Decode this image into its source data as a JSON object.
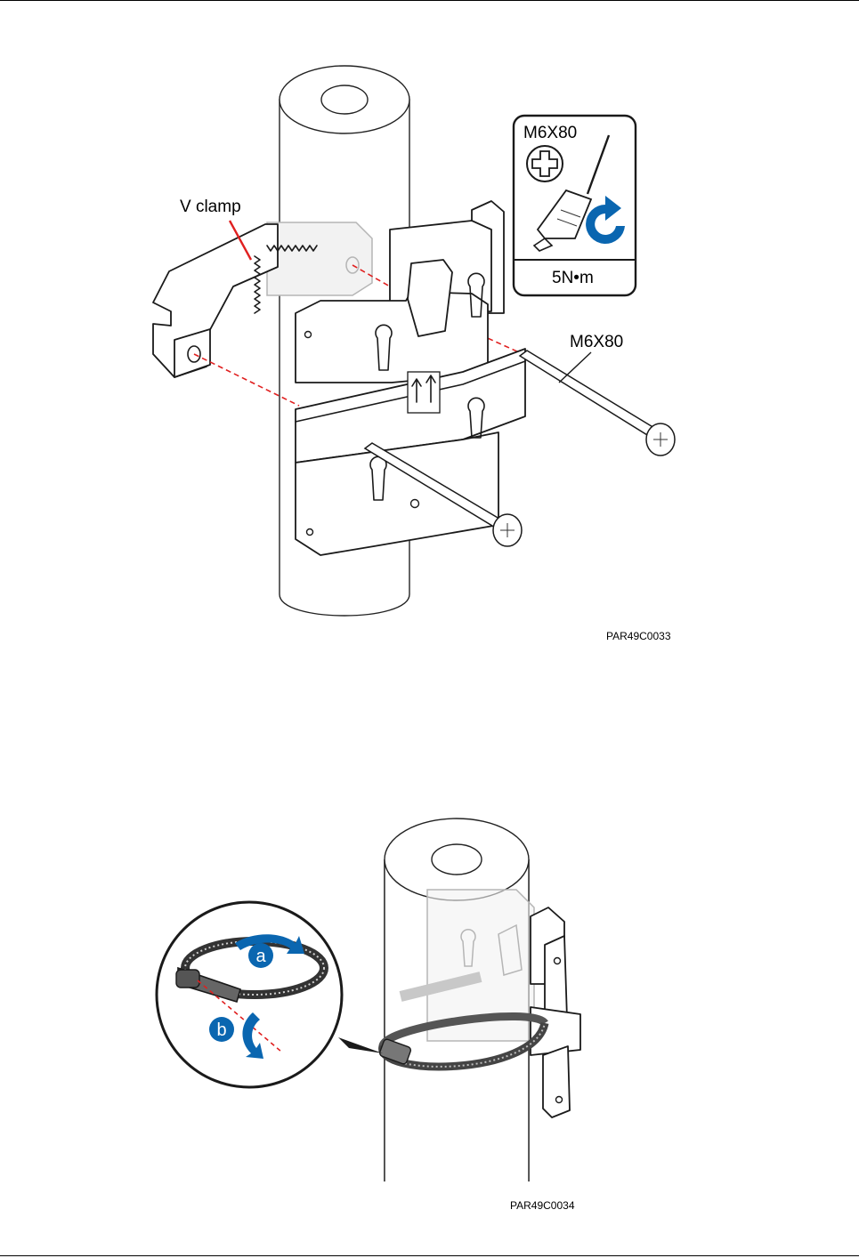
{
  "figure1": {
    "callout_v_clamp": "V clamp",
    "callout_bolt": "M6X80",
    "tool_box": {
      "screw_spec": "M6X80",
      "torque": "5N•m"
    },
    "figure_id": "PAR49C0033"
  },
  "figure2": {
    "step_a": "a",
    "step_b": "b",
    "figure_id": "PAR49C0034"
  },
  "colors": {
    "guide_line": "#e02020",
    "action_arrow": "#0a66b0"
  }
}
